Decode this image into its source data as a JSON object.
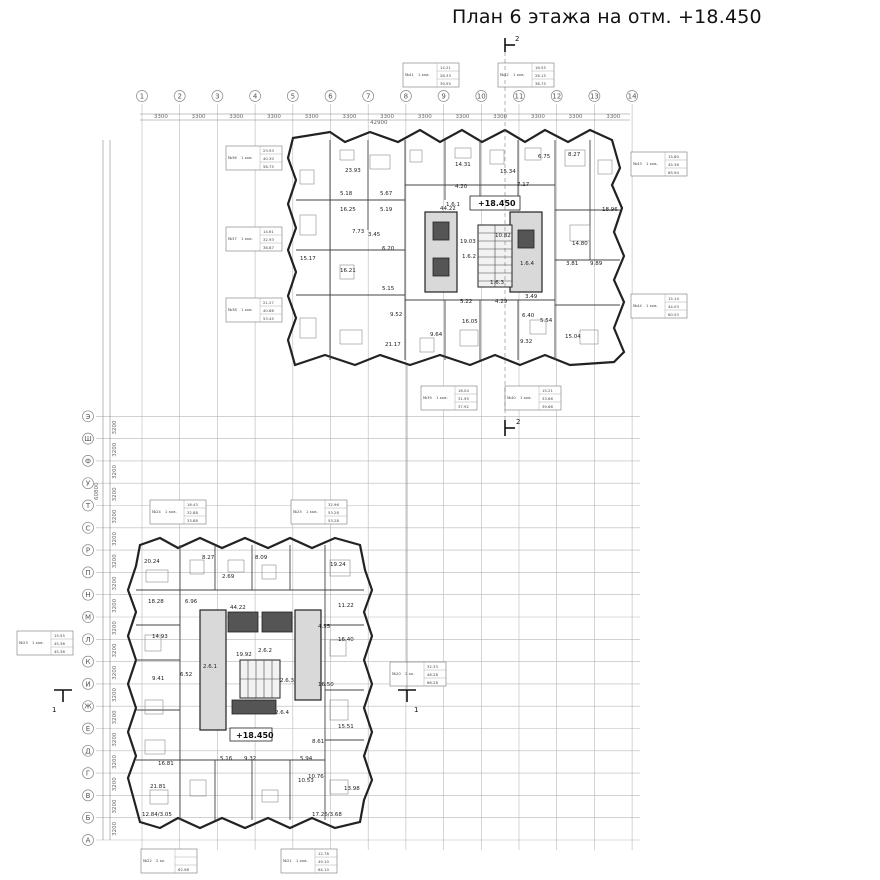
{
  "title": "План 6 этажа на отм. +18.450",
  "grid": {
    "columns": [
      "1",
      "2",
      "3",
      "4",
      "5",
      "6",
      "7",
      "8",
      "9",
      "10",
      "11",
      "12",
      "13",
      "14"
    ],
    "rows": [
      "А",
      "Б",
      "В",
      "Г",
      "Д",
      "Е",
      "Ж",
      "И",
      "К",
      "Л",
      "М",
      "Н",
      "П",
      "Р",
      "С",
      "Т",
      "У",
      "Ф",
      "Ш",
      "Э"
    ],
    "column_spacing": "3300",
    "row_spacing": "3200",
    "overall_width": "42900",
    "overall_height": "60800"
  },
  "sections": [
    {
      "name": "upper-block",
      "elevation_mark": "+18.450",
      "cores": [
        "1.6.1",
        "1.6.2",
        "1.6.3",
        "1.6.4"
      ],
      "room_areas": [
        "23.93",
        "8.27",
        "6.75",
        "14.31",
        "15.34",
        "5.18",
        "5.67",
        "4.20",
        "44.22",
        "7.17",
        "16.25",
        "5.19",
        "7.73",
        "3.45",
        "6.20",
        "16.21",
        "5.15",
        "15.17",
        "19.03",
        "10.82",
        "4.29",
        "3.49",
        "16.05",
        "5.22",
        "9.64",
        "9.52",
        "21.17",
        "9.32",
        "15.04",
        "6.40",
        "5.54",
        "3.81",
        "14.80",
        "9.89",
        "18.96"
      ],
      "unit_tags": [
        {
          "id": "№41",
          "type": "1 ккв.",
          "areas": [
            "14.21",
            "28.33",
            "39.55"
          ]
        },
        {
          "id": "№42",
          "type": "1 ккв.",
          "areas": [
            "16.55",
            "28.15",
            "38.75"
          ]
        },
        {
          "id": "№43",
          "type": "1 ккв.",
          "areas": [
            "15.80",
            "45.36",
            "65.94"
          ]
        },
        {
          "id": "№44",
          "type": "1 ккв.",
          "areas": [
            "15.14",
            "44.03",
            "60.53"
          ]
        },
        {
          "id": "№36",
          "type": "1 ккв.",
          "areas": [
            "23.93",
            "40.30",
            "58.75"
          ]
        },
        {
          "id": "№37",
          "type": "1 ккв.",
          "areas": [
            "14.61",
            "32.93",
            "38.87"
          ]
        },
        {
          "id": "№38",
          "type": "1 ккв.",
          "areas": [
            "21.27",
            "40.86",
            "53.45"
          ]
        },
        {
          "id": "№39",
          "type": "1 ккв.",
          "areas": [
            "16.04",
            "31.95",
            "37.92"
          ]
        },
        {
          "id": "№40",
          "type": "1 ккв.",
          "areas": [
            "15.21",
            "33.66",
            "39.66"
          ]
        }
      ]
    },
    {
      "name": "lower-block",
      "elevation_mark": "+18.450",
      "cores": [
        "2.6.1",
        "2.6.2",
        "2.6.3",
        "2.6.4"
      ],
      "room_areas": [
        "20.24",
        "8.27",
        "8.09",
        "19.24",
        "18.28",
        "6.96",
        "44.22",
        "11.22",
        "14.93",
        "19.92",
        "16.40",
        "9.41",
        "16.50",
        "16.81",
        "15.51",
        "21.81",
        "9.32",
        "10.53",
        "10.76",
        "13.98",
        "12.84/3.05",
        "17.26/3.68",
        "5.16",
        "8.61",
        "5.94",
        "6.52",
        "2.69",
        "4.55"
      ],
      "unit_tags": [
        {
          "id": "№24",
          "type": "1 ккв.",
          "areas": [
            "16.43",
            "32.88",
            "33.88"
          ]
        },
        {
          "id": "№25",
          "type": "1 ккв.",
          "areas": [
            "32.96",
            "53.28",
            "53.28"
          ]
        },
        {
          "id": "№23",
          "type": "1 ккв.",
          "areas": [
            "15.55",
            "45.36",
            "45.36"
          ]
        },
        {
          "id": "№20",
          "type": "2 кк.",
          "areas": [
            "32.33",
            "46.28",
            "66.28"
          ]
        },
        {
          "id": "№22",
          "type": "2 кк.",
          "areas": [
            "",
            "",
            "62.98"
          ]
        },
        {
          "id": "№21",
          "type": "1 ккв.",
          "areas": [
            "12.78",
            "49.10",
            "64.10"
          ]
        }
      ]
    }
  ],
  "section_cuts": [
    {
      "label": "2"
    },
    {
      "label": "2"
    },
    {
      "label": "1"
    },
    {
      "label": "1"
    }
  ],
  "colors": {
    "walls": "#222222",
    "core_fill": "#d9d9d9",
    "grid": "#b8b8b8"
  }
}
